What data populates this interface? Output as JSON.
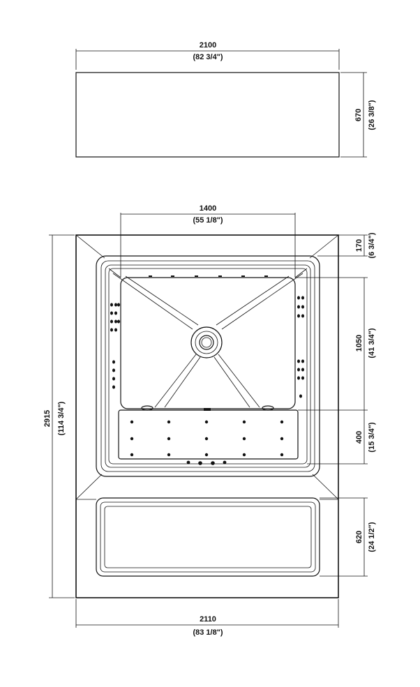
{
  "dimensions": {
    "top_width": {
      "mm": "2100",
      "inch": "(82 3/4\")"
    },
    "side_height": {
      "mm": "670",
      "inch": "(26 3/8\")"
    },
    "basin_width": {
      "mm": "1400",
      "inch": "(55 1/8\")"
    },
    "rim_depth": {
      "mm": "170",
      "inch": "(6 3/4\")"
    },
    "total_length": {
      "mm": "2915",
      "inch": "(114 3/4\")"
    },
    "basin_length": {
      "mm": "1050",
      "inch": "(41 3/4\")"
    },
    "seat_depth": {
      "mm": "400",
      "inch": "(15 3/4\")"
    },
    "step_depth": {
      "mm": "620",
      "inch": "(24 1/2\")"
    },
    "bottom_width": {
      "mm": "2110",
      "inch": "(83 1/8\")"
    }
  }
}
